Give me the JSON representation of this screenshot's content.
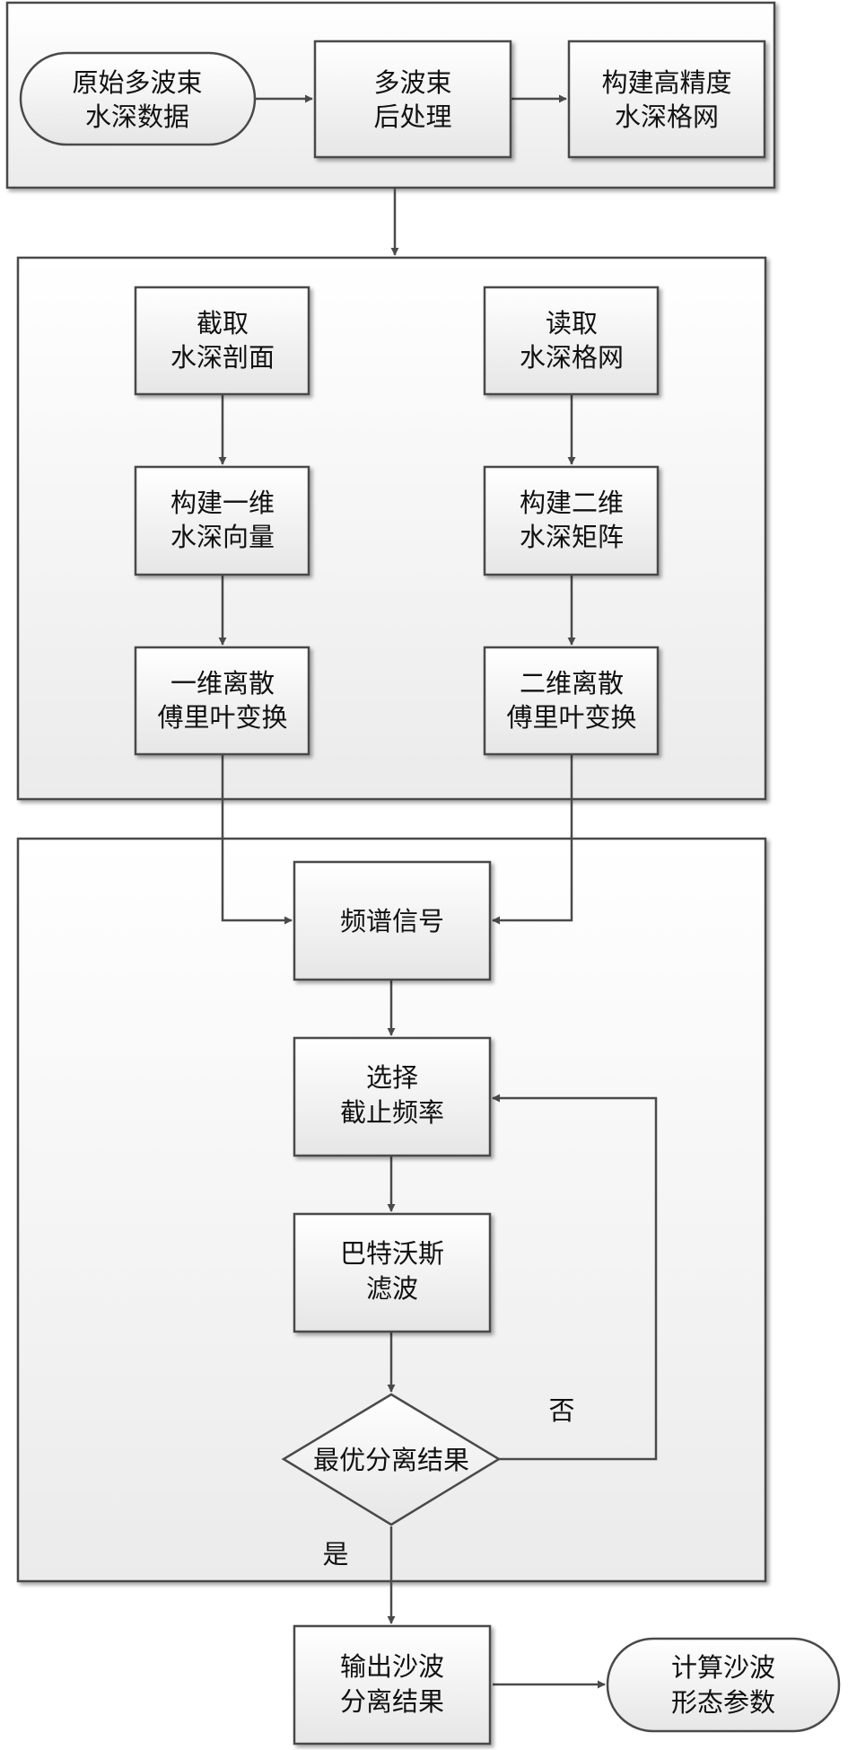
{
  "nodes": {
    "raw_multibeam": [
      "原始多波束",
      "水深数据"
    ],
    "postprocess": [
      "多波束",
      "后处理"
    ],
    "build_grid": [
      "构建高精度",
      "水深格网"
    ],
    "cut_profile": [
      "截取",
      "水深剖面"
    ],
    "read_grid": [
      "读取",
      "水深格网"
    ],
    "build_1d_vector": [
      "构建一维",
      "水深向量"
    ],
    "build_2d_matrix": [
      "构建二维",
      "水深矩阵"
    ],
    "dft_1d": [
      "一维离散",
      "傅里叶变换"
    ],
    "dft_2d": [
      "二维离散",
      "傅里叶变换"
    ],
    "spectrum": [
      "频谱信号"
    ],
    "select_cutoff": [
      "选择",
      "截止频率"
    ],
    "butterworth": [
      "巴特沃斯",
      "滤波"
    ],
    "optimal_decision": [
      "最优分离结果"
    ],
    "output_result": [
      "输出沙波",
      "分离结果"
    ],
    "compute_params": [
      "计算沙波",
      "形态参数"
    ]
  },
  "edge_labels": {
    "no": "否",
    "yes": "是"
  },
  "colors": {
    "stroke": "#4a4a4a",
    "box_fill_top": "#ffffff",
    "box_fill_bottom": "#e9e9e9",
    "group_fill_top": "#ffffff",
    "group_fill_bottom": "#ececec",
    "text": "#111111"
  }
}
